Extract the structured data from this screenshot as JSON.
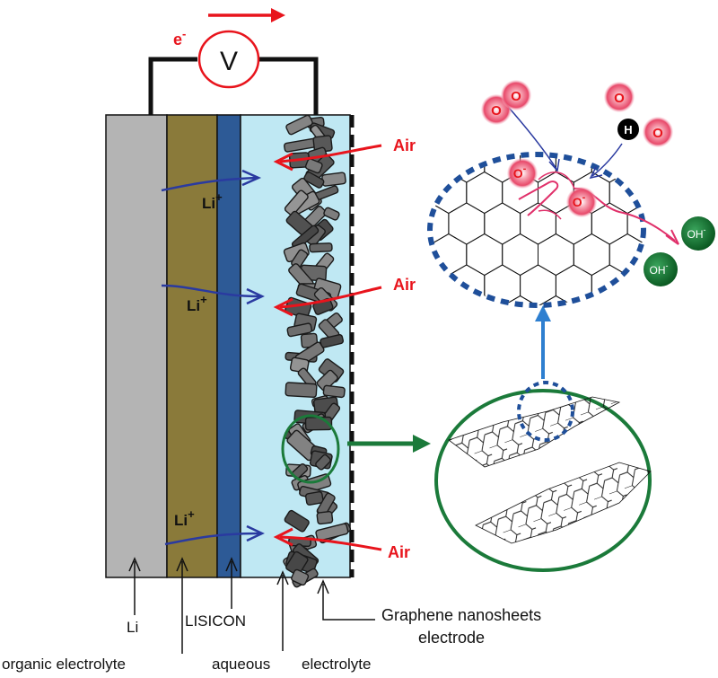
{
  "voltmeter": {
    "symbol": "V",
    "electron": "e",
    "electron_charge": "-"
  },
  "ions": {
    "lithium": "Li",
    "lithium_charge": "+"
  },
  "air_label": "Air",
  "reaction": {
    "oxygen": "O",
    "oxide": "O",
    "oxide_charge": "-",
    "hydrogen": "H",
    "hydroxide": "OH",
    "hydroxide_charge": "-"
  },
  "labels": {
    "li": "Li",
    "lisicon": "LISICON",
    "graphene_line1": "Graphene nanosheets",
    "graphene_line2": "electrode",
    "organic_electrolyte": "organic electrolyte",
    "aqueous": "aqueous",
    "electrolyte": "electrolyte"
  },
  "colors": {
    "lithium": "#b4b4b4",
    "organic_electrolyte": "#8a7a3a",
    "lisicon": "#2d5a96",
    "aqueous_electrolyte": "#bfe8f3",
    "arrow_red": "#e8141c",
    "arrow_blue": "#2a3aa0",
    "zoom_green": "#1b7a3a",
    "zoom_blue": "#1f4f9a",
    "oxygen_glow": "#f0607a",
    "hydroxide": "#0f6a2c"
  }
}
